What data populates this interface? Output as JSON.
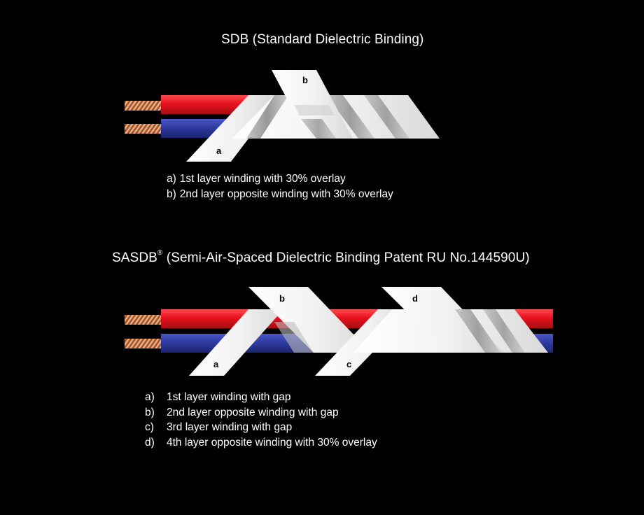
{
  "sdb": {
    "title": "SDB (Standard Dielectric Binding)",
    "tape_labels": {
      "a": "a",
      "b": "b"
    },
    "legend": [
      {
        "key": "a)",
        "text": "1st layer winding with 30% overlay"
      },
      {
        "key": "b)",
        "text": "2nd layer opposite winding with 30% overlay"
      }
    ]
  },
  "sasdb": {
    "title_prefix": "SASDB",
    "title_mark": "®",
    "title_suffix": " (Semi-Air-Spaced Dielectric Binding Patent RU No.144590U)",
    "tape_labels": {
      "a": "a",
      "b": "b",
      "c": "c",
      "d": "d"
    },
    "legend": [
      {
        "key": "a)",
        "text": "1st layer winding with gap"
      },
      {
        "key": "b)",
        "text": "2nd layer opposite winding with gap"
      },
      {
        "key": "c)",
        "text": "3rd layer winding with gap"
      },
      {
        "key": "d)",
        "text": "4th layer opposite winding with 30% overlay"
      }
    ]
  },
  "colors": {
    "background": "#000000",
    "red_insulation": "#e8202a",
    "blue_insulation": "#2f3aa6",
    "copper": "#c97d4d",
    "tape": "#f2f2f2"
  }
}
